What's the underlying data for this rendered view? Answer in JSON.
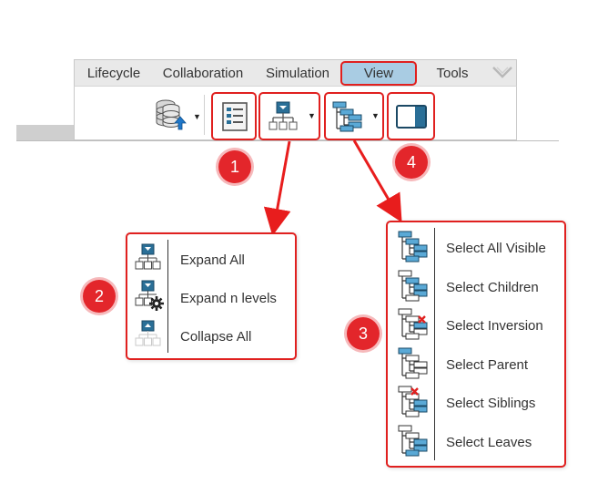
{
  "tabs": [
    {
      "label": "Lifecycle",
      "active": false
    },
    {
      "label": "Collaboration",
      "active": false
    },
    {
      "label": "Simulation",
      "active": false
    },
    {
      "label": "View",
      "active": true
    },
    {
      "label": "Tools",
      "active": false
    }
  ],
  "icons": {
    "favorite": "chevron-heart-icon",
    "database": "database-upload-icon",
    "list": "list-panel-icon",
    "expand": "expand-tree-icon",
    "select": "select-tree-icon",
    "panel": "side-panel-icon"
  },
  "callouts": [
    "1",
    "2",
    "3",
    "4"
  ],
  "expand_menu": {
    "items": [
      {
        "label": "Expand All",
        "icon": "expand-all-icon"
      },
      {
        "label": "Expand n levels",
        "icon": "expand-n-levels-icon"
      },
      {
        "label": "Collapse All",
        "icon": "collapse-all-icon"
      }
    ]
  },
  "select_menu": {
    "items": [
      {
        "label": "Select All Visible",
        "icon": "select-all-visible-icon"
      },
      {
        "label": "Select Children",
        "icon": "select-children-icon"
      },
      {
        "label": "Select Inversion",
        "icon": "select-inversion-icon"
      },
      {
        "label": "Select Parent",
        "icon": "select-parent-icon"
      },
      {
        "label": "Select Siblings",
        "icon": "select-siblings-icon"
      },
      {
        "label": "Select Leaves",
        "icon": "select-leaves-icon"
      }
    ]
  },
  "colors": {
    "highlight": "#e0201f",
    "active_tab": "#a9cce3",
    "badge": "#e3262b",
    "icon_blue": "#2a6f97"
  }
}
